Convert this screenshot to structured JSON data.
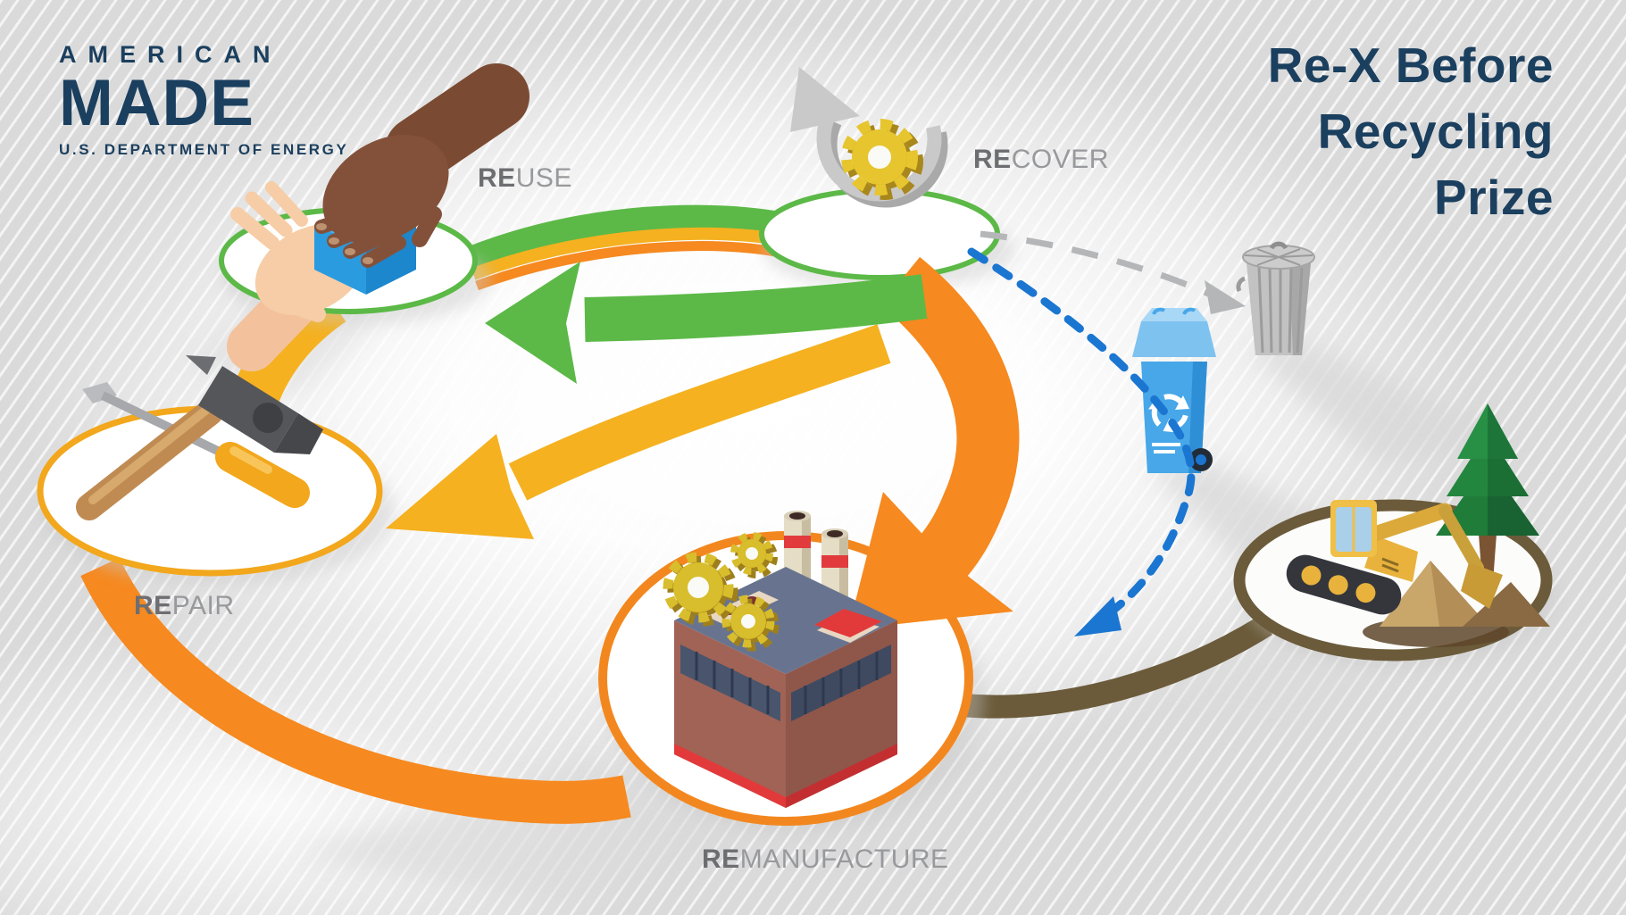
{
  "logo": {
    "brand_top": "AMERICAN",
    "brand_main": "MADE",
    "brand_sub": "U.S. DEPARTMENT OF ENERGY"
  },
  "title": {
    "line1": "Re-X Before",
    "line2": "Recycling",
    "line3": "Prize"
  },
  "labels": {
    "reuse": {
      "prefix": "RE",
      "rest": "USE"
    },
    "recover": {
      "prefix": "RE",
      "rest": "COVER"
    },
    "repair": {
      "prefix": "RE",
      "rest": "PAIR"
    },
    "remanufacture": {
      "prefix": "RE",
      "rest": "MANUFACTURE"
    }
  },
  "icons": {
    "reuse": "hand-exchange-icon",
    "recover": "gear-with-loop-arrow-icon",
    "repair": "hammer-and-screwdriver-icon",
    "remanufacture": "factory-with-gears-icon",
    "recycling": "blue-recycling-bin-icon",
    "landfill": "gray-trash-can-icon",
    "raw_material": "excavator-dirt-and-tree-icon"
  },
  "colors": {
    "navy_text": "#1b3f5e",
    "label_prefix_gray": "#6d6e71",
    "label_rest_gray": "#98999c",
    "green": "#5cb947",
    "yellow": "#f5b120",
    "orange": "#f6891f",
    "brown": "#6b5b3a",
    "recycle_blue_dash": "#1b76d1",
    "bin_blue": "#47a7e8",
    "gray_dash": "#b4b6b8",
    "gear_yellow": "#e6c52f",
    "factory_red": "#e23a3b"
  }
}
